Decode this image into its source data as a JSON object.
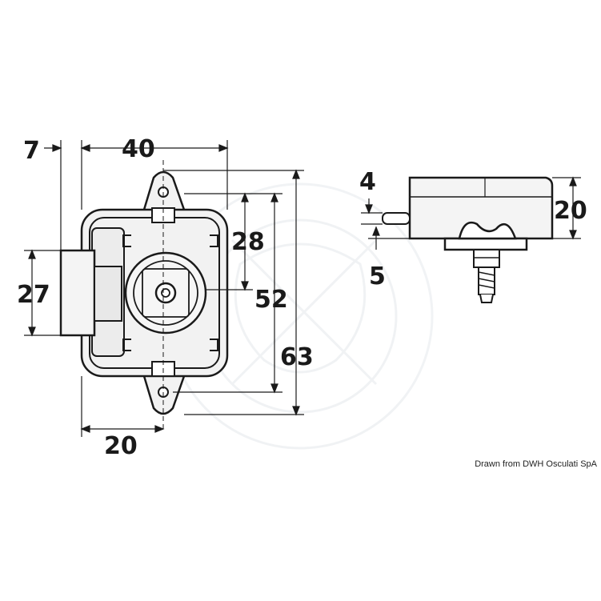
{
  "drawing": {
    "front_view": {
      "dim_width_total": "40",
      "dim_offset_left": "7",
      "dim_height_tab": "27",
      "dim_height_inner": "28",
      "dim_height_body": "52",
      "dim_height_total": "63",
      "dim_half_width": "20"
    },
    "side_view": {
      "dim_thickness": "20",
      "dim_bolt_offset": "4",
      "dim_base_offset": "5"
    }
  },
  "credit": "Drawn from DWH Osculati SpA"
}
